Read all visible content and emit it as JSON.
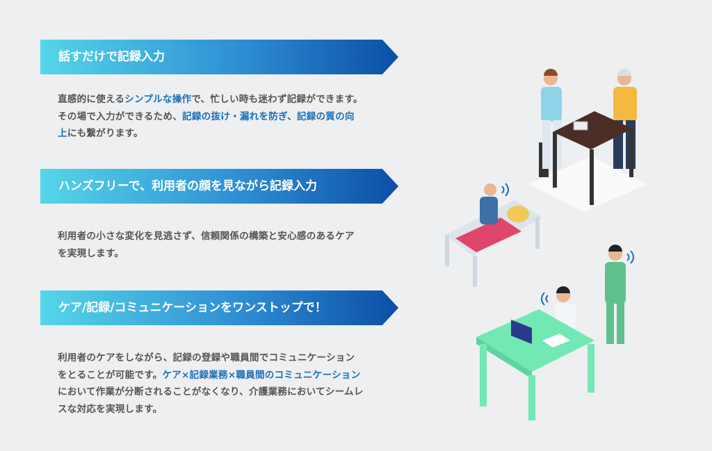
{
  "sections": [
    {
      "title": "話すだけで記録入力",
      "body": [
        {
          "t": "直感的に使える"
        },
        {
          "t": "シンプルな操作",
          "hl": true
        },
        {
          "t": "で、忙しい時も迷わず記録ができます。その場で入力ができるため、"
        },
        {
          "t": "記録の抜け・漏れを防ぎ",
          "hl": true
        },
        {
          "t": "、"
        },
        {
          "t": "記録の質の向上",
          "hl": true
        },
        {
          "t": "にも繋がります。"
        }
      ]
    },
    {
      "title": "ハンズフリーで、利用者の顔を見ながら記録入力",
      "body": [
        {
          "t": "利用者の小さな変化を見逃さず、信頼関係の構築と安心感のあるケアを実現します。"
        }
      ]
    },
    {
      "title": "ケア/記録/コミュニケーションをワンストップで！",
      "body": [
        {
          "t": "利用者のケアをしながら、記録の登録や職員間でコミュニケーションをとることが可能です。"
        },
        {
          "t": "ケア×記録業務×職員間のコミュニケーション",
          "hl": true
        },
        {
          "t": "において作業が分断されることがなくなり、介護業務においてシームレスな対応を実現します。"
        }
      ]
    }
  ],
  "colors": {
    "highlight": "#1a6fb5",
    "text": "#555555",
    "banner_start": "#55d6e8",
    "banner_end": "#0c4ea6"
  }
}
